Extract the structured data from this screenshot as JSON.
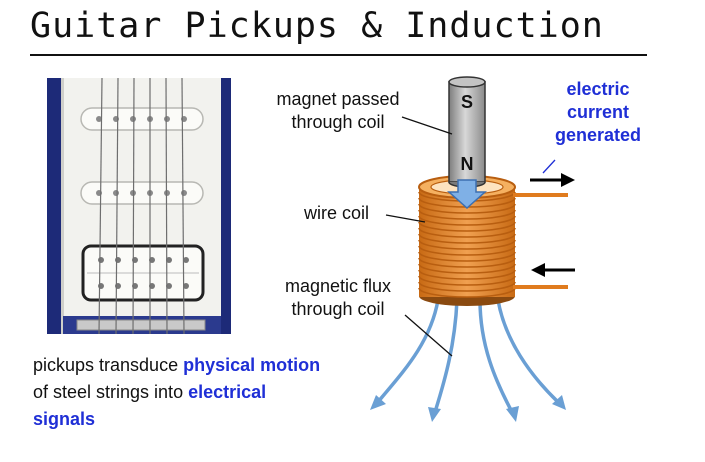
{
  "title": "Guitar Pickups & Induction",
  "labels": {
    "magnet_line1": "magnet passed",
    "magnet_line2": "through coil",
    "pole_s": "S",
    "pole_n": "N",
    "wire_coil": "wire coil",
    "flux_line1": "magnetic flux",
    "flux_line2": "through coil",
    "current_line1": "electric",
    "current_line2": "current",
    "current_line3": "generated"
  },
  "caption": {
    "part1": "pickups transduce ",
    "bold1": "physical motion",
    "part2": " of steel strings into ",
    "bold2": "electrical signals"
  },
  "colors": {
    "coil": "#e07b1e",
    "magnet": "#9a9a9a",
    "flux": "#6a9fd4",
    "accent_blue": "#1f2fd6"
  }
}
